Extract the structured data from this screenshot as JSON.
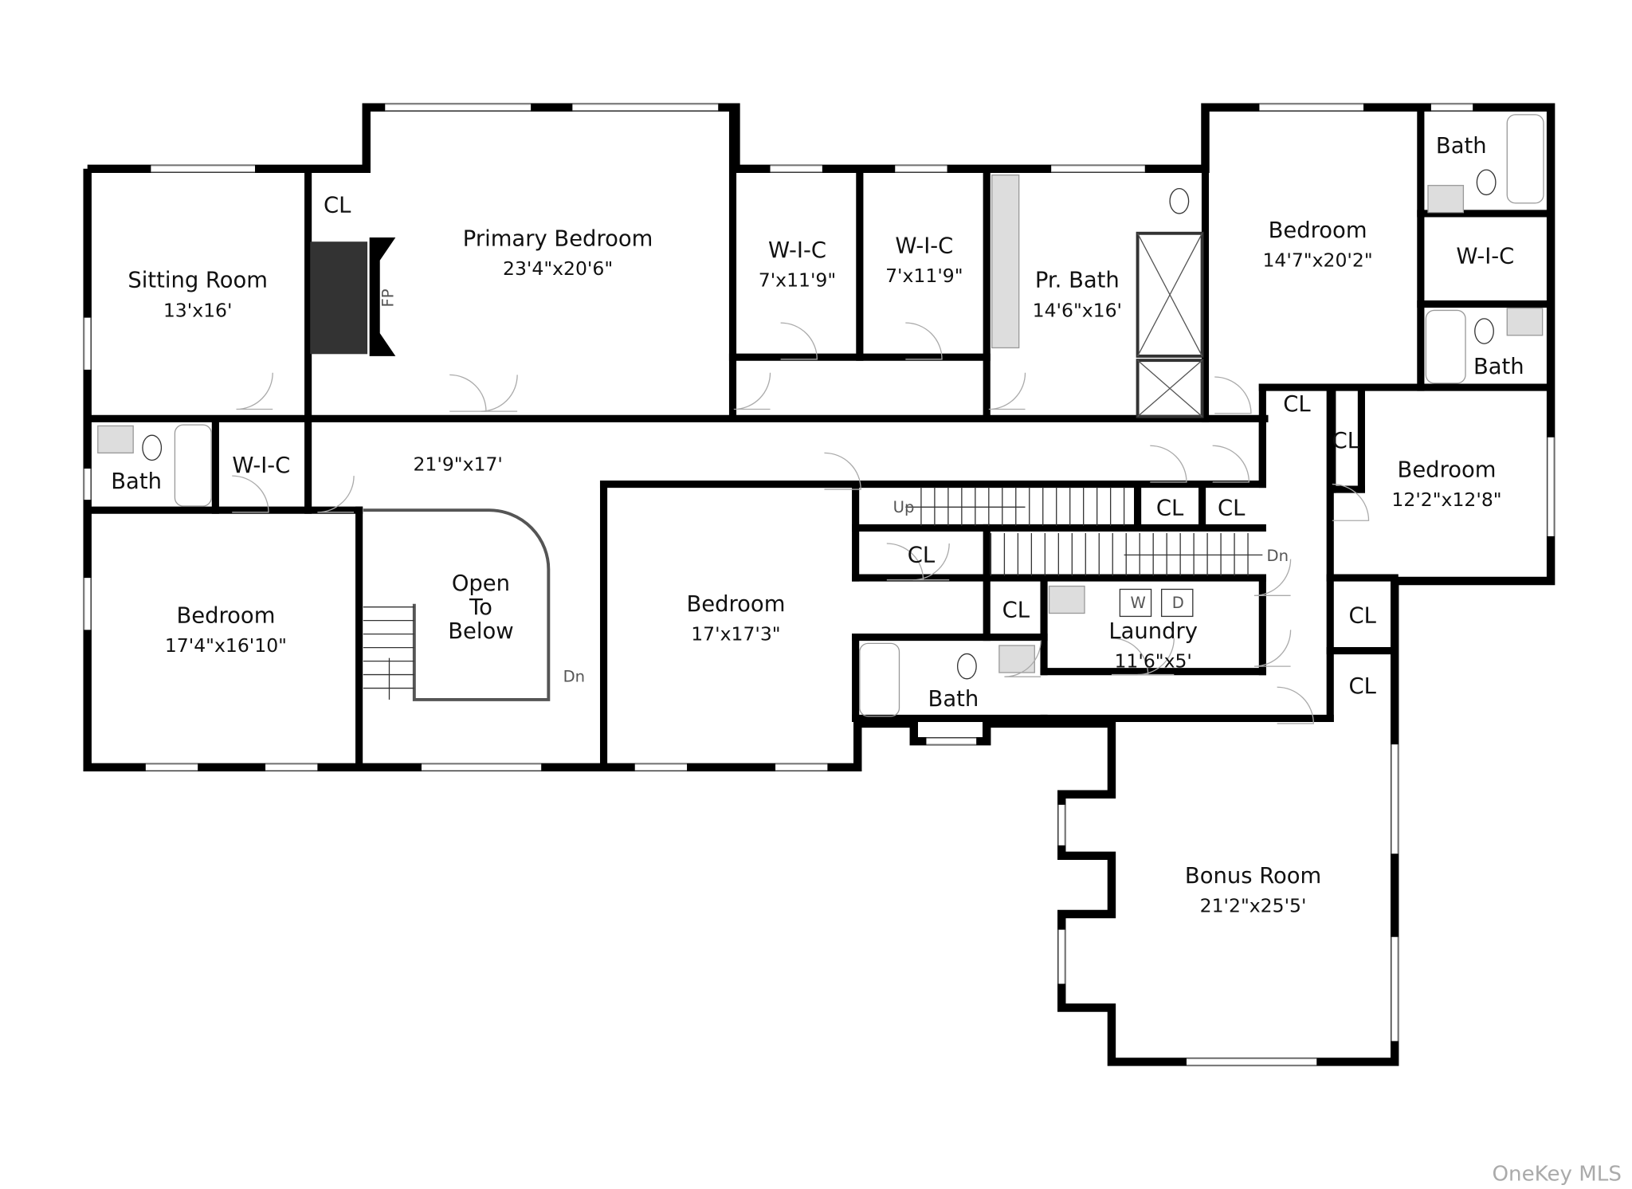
{
  "floorplan": {
    "rooms": [
      {
        "name": "Sitting Room",
        "size": "13'x16'"
      },
      {
        "name": "Primary Bedroom",
        "size": "23'4\"x20'6\""
      },
      {
        "name": "W-I-C",
        "size": "7'x11'9\""
      },
      {
        "name": "W-I-C",
        "size": "7'x11'9\""
      },
      {
        "name": "Pr. Bath",
        "size": "14'6\"x16'"
      },
      {
        "name": "Bedroom",
        "size": "14'7\"x20'2\""
      },
      {
        "name": "Bedroom",
        "size": "12'2\"x12'8\""
      },
      {
        "name": "Bedroom",
        "size": "17'4\"x16'10\""
      },
      {
        "name": "Bedroom",
        "size": "17'x17'3\""
      },
      {
        "name": "Laundry",
        "size": "11'6\"x5'"
      },
      {
        "name": "Bonus Room",
        "size": "21'2\"x25'5'"
      },
      {
        "name": "",
        "size": "21'9\"x17'"
      }
    ],
    "small_labels": {
      "cl": "CL",
      "bath": "Bath",
      "wic": "W-I-C",
      "fp": "FP",
      "open_to_below": [
        "Open",
        "To",
        "Below"
      ],
      "up": "Up",
      "dn": "Dn",
      "washer": "W",
      "dryer": "D"
    },
    "watermark": "OneKey MLS",
    "colors": {
      "wall": "#000000",
      "fixture": "#999999",
      "fireplace": "#333333"
    }
  }
}
